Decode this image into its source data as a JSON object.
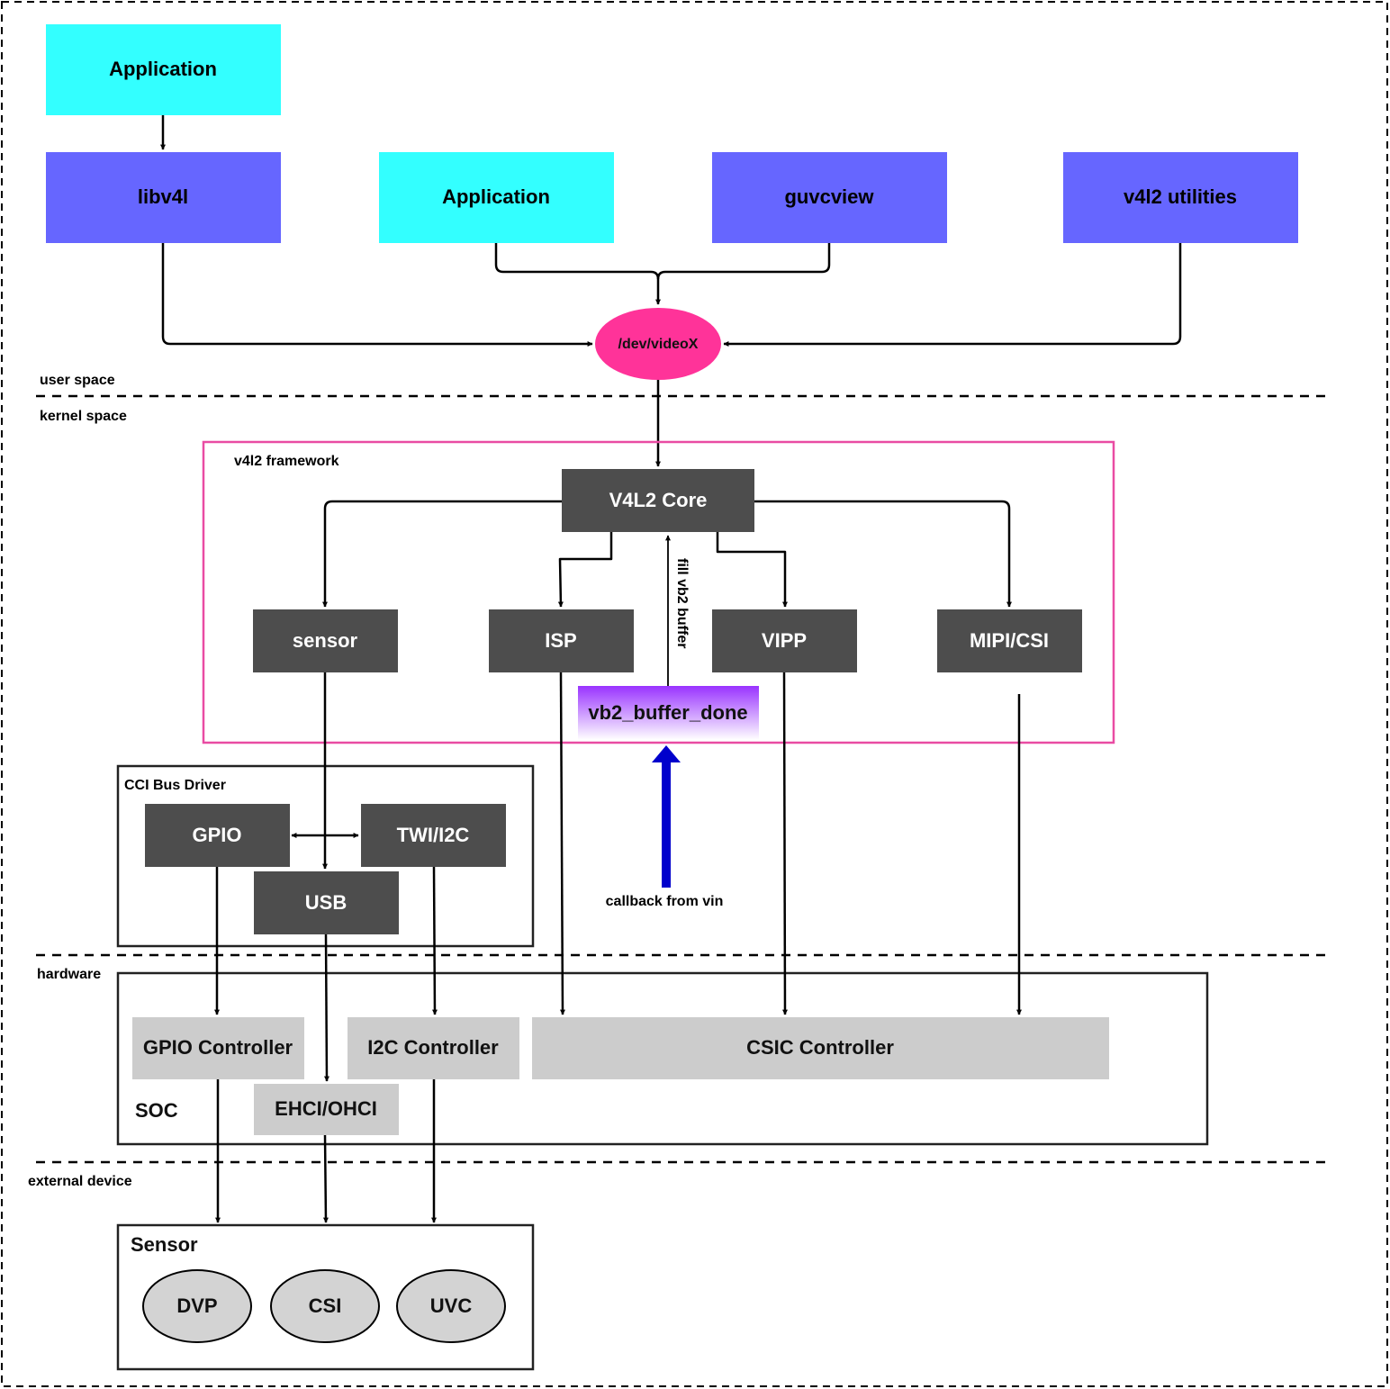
{
  "colors": {
    "cyan": "#33ffff",
    "blue": "#6666ff",
    "dark": "#4d4d4d",
    "light": "#cccccc",
    "pink": "#ff3399",
    "frame_border": "#e94ca3",
    "arrow_blue": "#0000cc",
    "violet_top": "#9933ff",
    "ellipse": "#d3d3d3"
  },
  "layers": {
    "user_space": "user space",
    "kernel_space": "kernel space",
    "hardware": "hardware",
    "external_device": "external device"
  },
  "user_space": {
    "app_top": "Application",
    "libv4l": "libv4l",
    "app_mid": "Application",
    "guvcview": "guvcview",
    "v4l2_utilities": "v4l2 utilities",
    "dev_videox": "/dev/videoX"
  },
  "kernel": {
    "framework_label": "v4l2 framework",
    "core": "V4L2 Core",
    "sensor": "sensor",
    "isp": "ISP",
    "vipp": "VIPP",
    "mipi_csi": "MIPI/CSI",
    "vb2_buffer_done": "vb2_buffer_done",
    "fill_label": "fill vb2 buffer",
    "callback_label": "callback from vin",
    "cci_label": "CCI Bus Driver",
    "gpio": "GPIO",
    "twi_i2c": "TWI/I2C",
    "usb": "USB"
  },
  "hardware": {
    "soc_label": "SOC",
    "gpio_controller": "GPIO Controller",
    "i2c_controller": "I2C Controller",
    "csic_controller": "CSIC Controller",
    "ehci_ohci": "EHCI/OHCI"
  },
  "external": {
    "sensor_label": "Sensor",
    "dvp": "DVP",
    "csi": "CSI",
    "uvc": "UVC"
  }
}
